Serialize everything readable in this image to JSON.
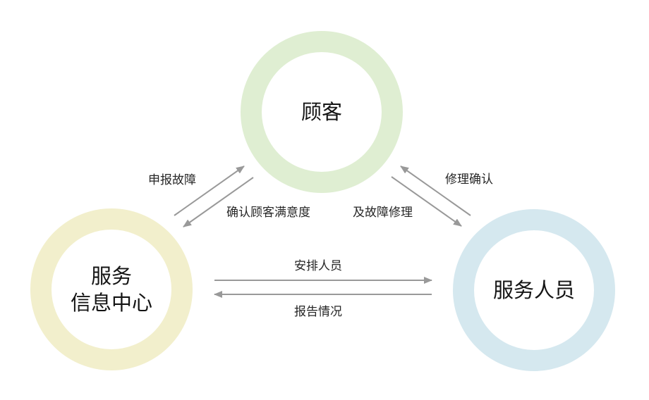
{
  "nodes": {
    "customer": {
      "label": "顾客",
      "color": "#dfeed2"
    },
    "service_center": {
      "line1": "服务",
      "line2": "信息中心",
      "color": "#f2efcc"
    },
    "service_staff": {
      "label": "服务人员",
      "color": "#d5e8ef"
    }
  },
  "edges": {
    "report_fault": "申报故障",
    "confirm_satisfaction": "确认顾客满意度",
    "repair_confirm": "修理确认",
    "fault_repair": "及故障修理",
    "assign_staff": "安排人员",
    "report_status": "报告情况"
  },
  "arrow_color": "#999999"
}
